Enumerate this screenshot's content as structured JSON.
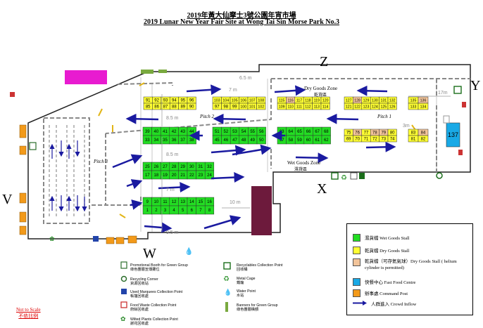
{
  "title": {
    "zh": "2019年黃大仙摩士3號公園年宵市場",
    "en": "2019 Lunar New Year Fair Site at Wong Tai Sin Morse Park No.3"
  },
  "compass": {
    "top": "Z",
    "bottom": "X",
    "left": "V",
    "right": "Y",
    "bottom_left": "W"
  },
  "zones": {
    "dry_goods": {
      "en": "Dry Goods Zone",
      "zh": "乾貨區"
    },
    "wet_goods": {
      "en": "Wet Goods Zone",
      "zh": "濕貨區"
    }
  },
  "pitches": [
    "Pitch 1",
    "Pitch 2",
    "Pitch 3"
  ],
  "distances": [
    "6.5 m",
    "7 m",
    "17m",
    "8.5 m",
    "8.5 m",
    "7 m",
    "10 m",
    "9.5 m",
    "3m"
  ],
  "stall_blocks": {
    "dry_a_top": [
      "91",
      "92",
      "93",
      "94",
      "95",
      "96"
    ],
    "dry_a_bot": [
      "85",
      "86",
      "87",
      "88",
      "89",
      "90"
    ],
    "dry_b_top": [
      "103",
      "104",
      "105",
      "106",
      "107",
      "108"
    ],
    "dry_b_bot": [
      "97",
      "98",
      "99",
      "100",
      "101",
      "102"
    ],
    "dry_c_top": [
      "115",
      "116",
      "117",
      "118",
      "119",
      "120"
    ],
    "dry_c_bot": [
      "109",
      "110",
      "111",
      "112",
      "113",
      "114"
    ],
    "dry_d_top": [
      "127",
      "128",
      "129",
      "130",
      "131",
      "132"
    ],
    "dry_d_bot": [
      "121",
      "122",
      "123",
      "124",
      "125",
      "126"
    ],
    "dry_e_top": [
      "135",
      "136"
    ],
    "dry_e_bot": [
      "133",
      "134"
    ],
    "dry_f_top": [
      "75",
      "76",
      "77",
      "78",
      "79",
      "80"
    ],
    "dry_f_bot": [
      "69",
      "70",
      "71",
      "72",
      "73",
      "74"
    ],
    "dry_g_top": [
      "83",
      "84"
    ],
    "dry_g_bot": [
      "81",
      "82"
    ],
    "wet_a_top": [
      "39",
      "40",
      "41",
      "42",
      "43",
      "44"
    ],
    "wet_a_bot": [
      "33",
      "34",
      "35",
      "36",
      "37",
      "38"
    ],
    "wet_b_top": [
      "51",
      "52",
      "53",
      "54",
      "55",
      "56"
    ],
    "wet_b_bot": [
      "45",
      "46",
      "47",
      "48",
      "49",
      "50"
    ],
    "wet_c_top": [
      "63",
      "64",
      "65",
      "66",
      "67",
      "68"
    ],
    "wet_c_bot": [
      "57",
      "58",
      "59",
      "60",
      "61",
      "62"
    ],
    "wet_d_top": [
      "25",
      "26",
      "27",
      "28",
      "29",
      "30",
      "31",
      "32"
    ],
    "wet_d_bot": [
      "17",
      "18",
      "19",
      "20",
      "21",
      "22",
      "23",
      "24"
    ],
    "wet_e_top": [
      "9",
      "10",
      "11",
      "12",
      "13",
      "14",
      "15",
      "16"
    ],
    "wet_e_bot": [
      "1",
      "2",
      "3",
      "4",
      "5",
      "6",
      "7",
      "8"
    ]
  },
  "fast_food": "137",
  "legend": [
    {
      "color": "#22dd22",
      "text": "濕貨檔  Wet Goods Stall"
    },
    {
      "color": "#ffff33",
      "text": "乾貨檔  Dry Goods Stall"
    },
    {
      "color": "#f2c49a",
      "text": "乾貨檔（可存氦氣球）Dry Goods Stall ( helium cylinder is permitted)"
    },
    {
      "color": "#19a9e6",
      "text": "快餐中心 Fast Food Centre"
    },
    {
      "color": "#f39a1a",
      "text": "辦事處 Command Post"
    },
    {
      "color": "#1a1aa0",
      "text": "人群進入 Crowd Inflow"
    }
  ],
  "icon_legend": [
    {
      "icon": "promotional-booth-icon",
      "en": "Promotional Booth for Green Group",
      "zh": "綠色團體宣傳攤位"
    },
    {
      "icon": "recycling-corner-icon",
      "en": "Recycling Corner",
      "zh": "資源回收站"
    },
    {
      "icon": "used-marquees-icon",
      "en": "Used Marquees Collection Point",
      "zh": "帳篷回收處"
    },
    {
      "icon": "food-waste-icon",
      "en": "Food Waste Collection Point",
      "zh": "廚餘回收處"
    },
    {
      "icon": "wilted-plants-icon",
      "en": "Wilted Plants Collection Point",
      "zh": "謝花回收處"
    },
    {
      "icon": "recyclables-icon",
      "en": "Recyclables Collection Point",
      "zh": "回收桶"
    },
    {
      "icon": "metal-cage-icon",
      "en": "Metal Cage",
      "zh": "鐵籠"
    },
    {
      "icon": "water-point-icon",
      "en": "Water Point",
      "zh": "水站"
    },
    {
      "icon": "banners-icon",
      "en": "Banners for Green Group",
      "zh": "綠色團體橫額"
    }
  ],
  "scale_note": {
    "en": "Not to Scale",
    "zh": "不依比例"
  }
}
